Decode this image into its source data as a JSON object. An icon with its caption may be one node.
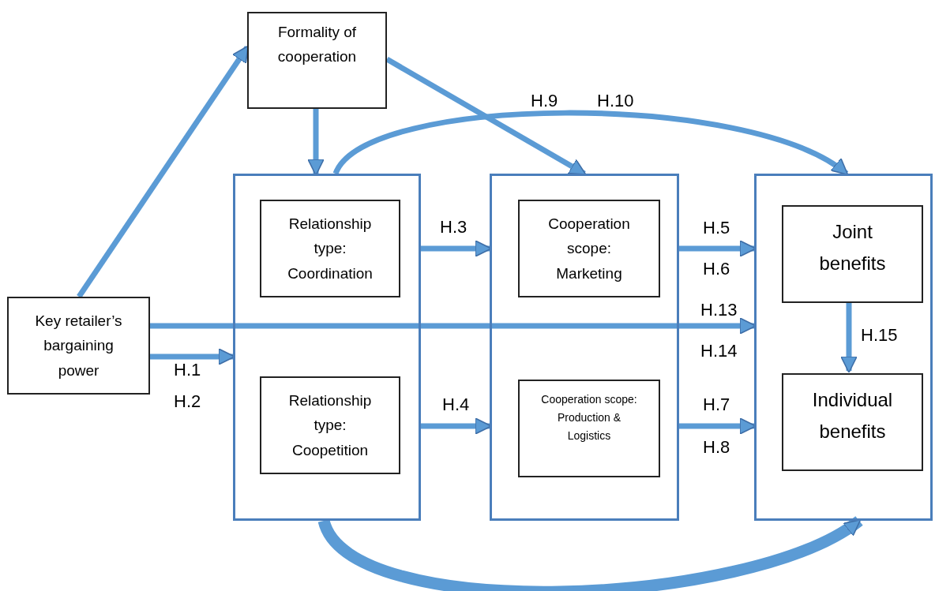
{
  "diagram": {
    "nodes": [
      {
        "text": [
          "Formality of cooperation"
        ]
      },
      {
        "text": [],
        "shape": "box"
      },
      {
        "text": [
          "Relationship type: Coordination"
        ],
        "in": 1
      },
      {
        "text": [
          "Relationship type: Coopetition"
        ],
        "in": 1
      },
      {
        "text": [],
        "shape": "box"
      },
      {
        "text": [
          "Cooperation scope: Marketing"
        ],
        "in": 4
      },
      {
        "text": [
          "Cooperation scope: Production & Logistics"
        ],
        "in": 4
      },
      {
        "text": [],
        "shape": "box"
      },
      {
        "text": [
          "Joint benefits"
        ],
        "in": 7
      },
      {
        "text": [
          "Individual benefits"
        ],
        "in": 7
      },
      {
        "text": [
          "Key retailer’s bargaining power"
        ]
      }
    ],
    "edges": [
      {
        "from": 10,
        "to": 0,
        "arrow": "to"
      },
      {
        "from": 0,
        "to": 1,
        "arrow": "to"
      },
      {
        "from": 0,
        "to": 4,
        "arrow": "to"
      },
      {
        "from": 1,
        "to": 7,
        "arrow": "to"
      },
      {
        "from": 1,
        "to": 7,
        "arrow": "to",
        "style": "thick"
      },
      {
        "from": 1,
        "to": 4,
        "arrow": "to",
        "label": "H.3"
      },
      {
        "from": 1,
        "to": 4,
        "arrow": "to",
        "label": "H.4"
      },
      {
        "from": 4,
        "to": 7,
        "arrow": "to"
      },
      {
        "from": 4,
        "to": 7,
        "arrow": "to"
      },
      {
        "from": 10,
        "to": 7,
        "arrow": "to"
      },
      {
        "from": 10,
        "to": 1,
        "arrow": "to"
      },
      {
        "from": 8,
        "to": 9,
        "arrow": "to",
        "label": "H.15"
      }
    ],
    "labels": [
      "H.9",
      "H.10",
      "H.5",
      "H.6",
      "H.13",
      "H.14",
      "H.7",
      "H.8",
      "H.1",
      "H.2"
    ]
  }
}
